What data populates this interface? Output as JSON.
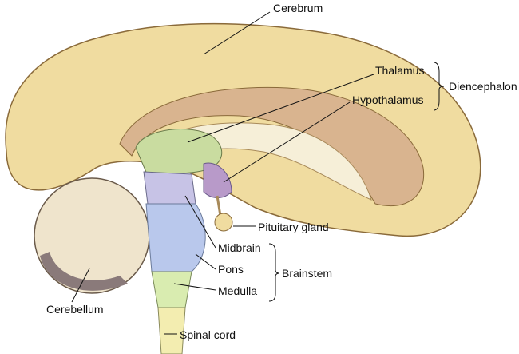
{
  "labels": {
    "cerebrum": "Cerebrum",
    "thalamus": "Thalamus",
    "hypothalamus": "Hypothalamus",
    "diencephalon": "Diencephalon",
    "pituitary": "Pituitary gland",
    "midbrain": "Midbrain",
    "pons": "Pons",
    "medulla": "Medulla",
    "brainstem": "Brainstem",
    "cerebellum": "Cerebellum",
    "spinal_cord": "Spinal cord"
  },
  "colors": {
    "cerebrum": "#f0dca0",
    "cortex_inner": "#d9b48f",
    "thalamus": "#c9dca0",
    "hypothalamus": "#b89ac9",
    "midbrain": "#c7c3e6",
    "pons": "#b9c8ec",
    "medulla": "#d9ecb0",
    "spinal_cord": "#f3edb0",
    "cerebellum": "#efe4cc"
  }
}
